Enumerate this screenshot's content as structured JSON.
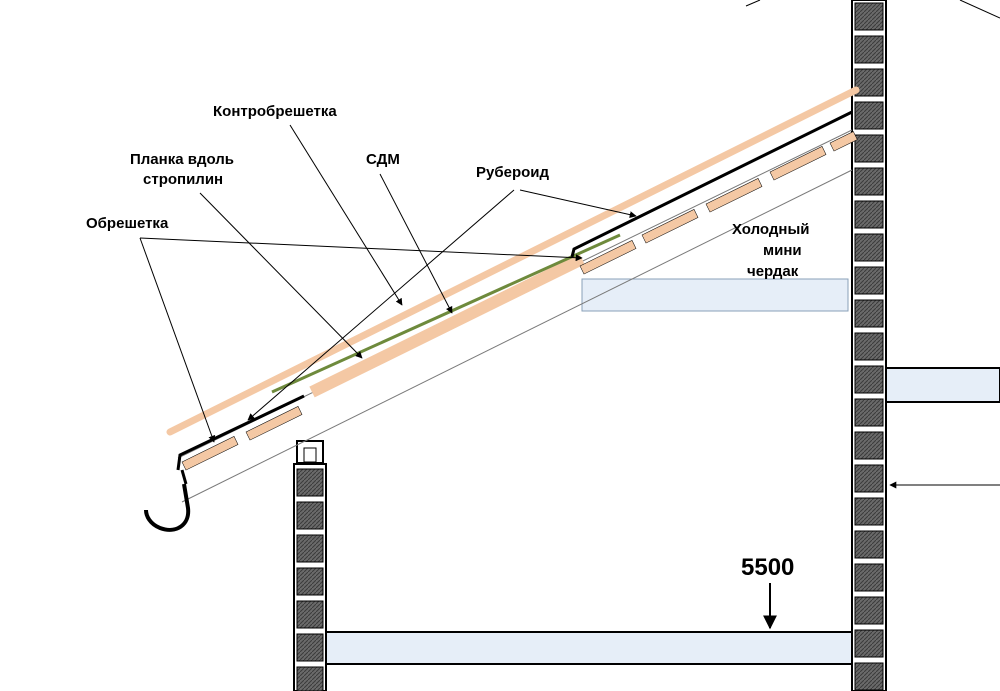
{
  "labels": {
    "kontrobreshetka": "Контробрешетка",
    "planka_line1": "Планка вдоль",
    "planka_line2": "стропилин",
    "sdm": "СДМ",
    "ruberoid": "Рубероид",
    "obreshetka": "Обрешетка",
    "attic_line1": "Холодный",
    "attic_line2": "мини",
    "attic_line3": "чердак",
    "dimension": "5500"
  },
  "colors": {
    "counter_batten": "#f4c8a4",
    "batten": "#f4c8a4",
    "membrane": "#6e8a3c",
    "slab": "#e6eef8",
    "slab_edge": "#8aa0b8",
    "brick": "#5a5a5a",
    "line": "#000000"
  }
}
